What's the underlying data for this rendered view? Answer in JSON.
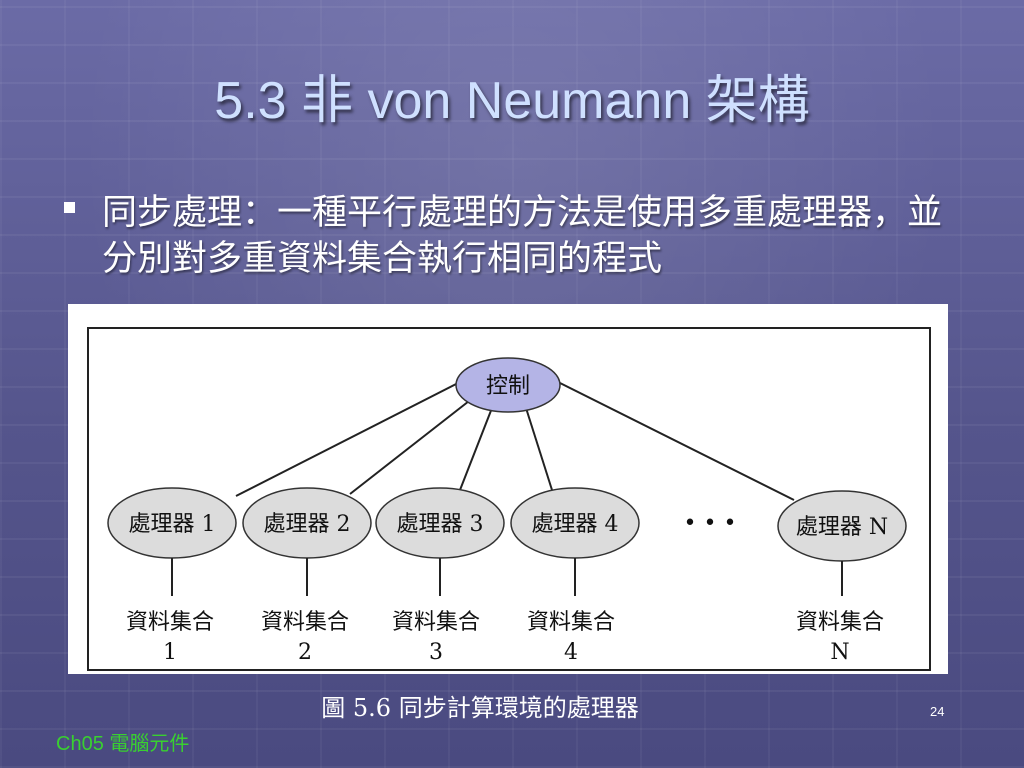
{
  "slide": {
    "title": "5.3 非 von Neumann 架構",
    "bullet_text": "同步處理：一種平行處理的方法是使用多重處理器，並分別對多重資料集合執行相同的程式",
    "caption": "圖 5.6 同步計算環境的處理器",
    "page_number": "24",
    "footer": "Ch05 電腦元件"
  },
  "diagram": {
    "control_label": "控制",
    "ellipsis": "• • •",
    "processors": [
      {
        "label": "處理器 1",
        "data_line1": "資料集合",
        "data_line2": "1"
      },
      {
        "label": "處理器 2",
        "data_line1": "資料集合",
        "data_line2": "2"
      },
      {
        "label": "處理器 3",
        "data_line1": "資料集合",
        "data_line2": "3"
      },
      {
        "label": "處理器 4",
        "data_line1": "資料集合",
        "data_line2": "4"
      },
      {
        "label": "處理器 N",
        "data_line1": "資料集合",
        "data_line2": "N"
      }
    ]
  },
  "colors": {
    "title": "#cfe0ff",
    "control_fill": "#b4b4e6",
    "processor_fill": "#dcdcdc",
    "footer": "#39d030"
  }
}
